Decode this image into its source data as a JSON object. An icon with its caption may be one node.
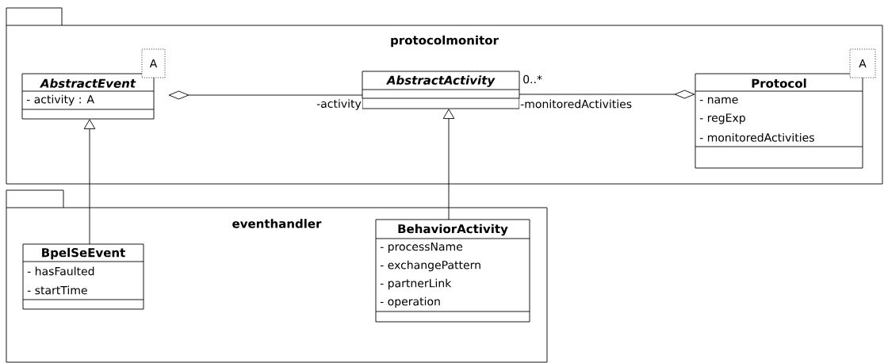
{
  "diagram": {
    "nodes": [
      {
        "text": [
          "protocolmonitor"
        ]
      },
      {
        "text": [
          "AbstractEvent",
          "- activity : A"
        ],
        "in": 0
      },
      {
        "text": [
          "A"
        ],
        "in": 0
      },
      {
        "text": [
          "AbstractActivity"
        ],
        "in": 0
      },
      {
        "text": [
          "Protocol",
          "- name",
          "- regExp",
          "- monitoredActivities"
        ],
        "in": 0
      },
      {
        "text": [
          "A"
        ],
        "in": 0
      },
      {
        "text": [
          "eventhandler"
        ]
      },
      {
        "text": [
          "BpelSeEvent",
          "- hasFaulted",
          "- startTime"
        ],
        "in": 6
      },
      {
        "text": [
          "BehaviorActivity",
          "- processName",
          "- exchangePattern",
          "- partnerLink",
          "- operation"
        ],
        "in": 6
      }
    ],
    "edges": [
      {
        "from": 1,
        "to": 3,
        "arrow": "other",
        "label": "-activity"
      },
      {
        "from": 4,
        "to": 3,
        "arrow": "other",
        "label": "-monitoredActivities"
      },
      {
        "from": 7,
        "to": 1,
        "arrow": "to"
      },
      {
        "from": 8,
        "to": 3,
        "arrow": "to"
      }
    ],
    "labels": [
      "0..*"
    ]
  }
}
